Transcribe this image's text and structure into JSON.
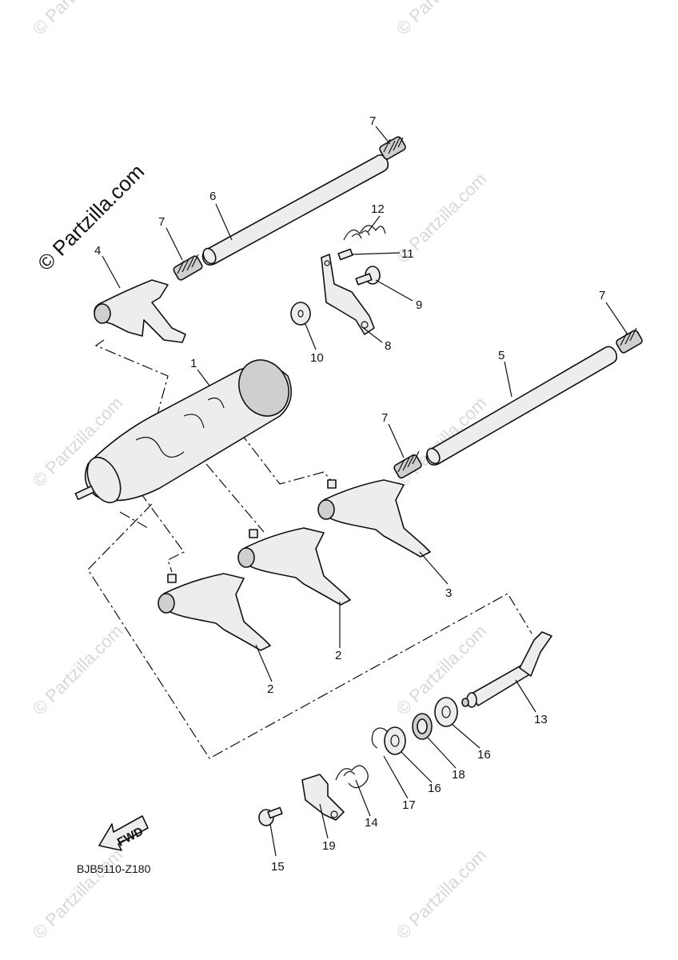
{
  "watermark": {
    "text": "© Partzilla.com"
  },
  "diagram_code": "BJB5110-Z180",
  "fwd_label": "FWD",
  "callouts": [
    {
      "id": "c7a",
      "num": "7"
    },
    {
      "id": "c6",
      "num": "6"
    },
    {
      "id": "c12",
      "num": "12"
    },
    {
      "id": "c7b",
      "num": "7"
    },
    {
      "id": "c11",
      "num": "11"
    },
    {
      "id": "c4",
      "num": "4"
    },
    {
      "id": "c9",
      "num": "9"
    },
    {
      "id": "c7c",
      "num": "7"
    },
    {
      "id": "c8",
      "num": "8"
    },
    {
      "id": "c10",
      "num": "10"
    },
    {
      "id": "c1",
      "num": "1"
    },
    {
      "id": "c5",
      "num": "5"
    },
    {
      "id": "c7d",
      "num": "7"
    },
    {
      "id": "c3",
      "num": "3"
    },
    {
      "id": "c2a",
      "num": "2"
    },
    {
      "id": "c2b",
      "num": "2"
    },
    {
      "id": "c13",
      "num": "13"
    },
    {
      "id": "c16a",
      "num": "16"
    },
    {
      "id": "c18",
      "num": "18"
    },
    {
      "id": "c16b",
      "num": "16"
    },
    {
      "id": "c17",
      "num": "17"
    },
    {
      "id": "c14",
      "num": "14"
    },
    {
      "id": "c19",
      "num": "19"
    },
    {
      "id": "c15",
      "num": "15"
    }
  ]
}
